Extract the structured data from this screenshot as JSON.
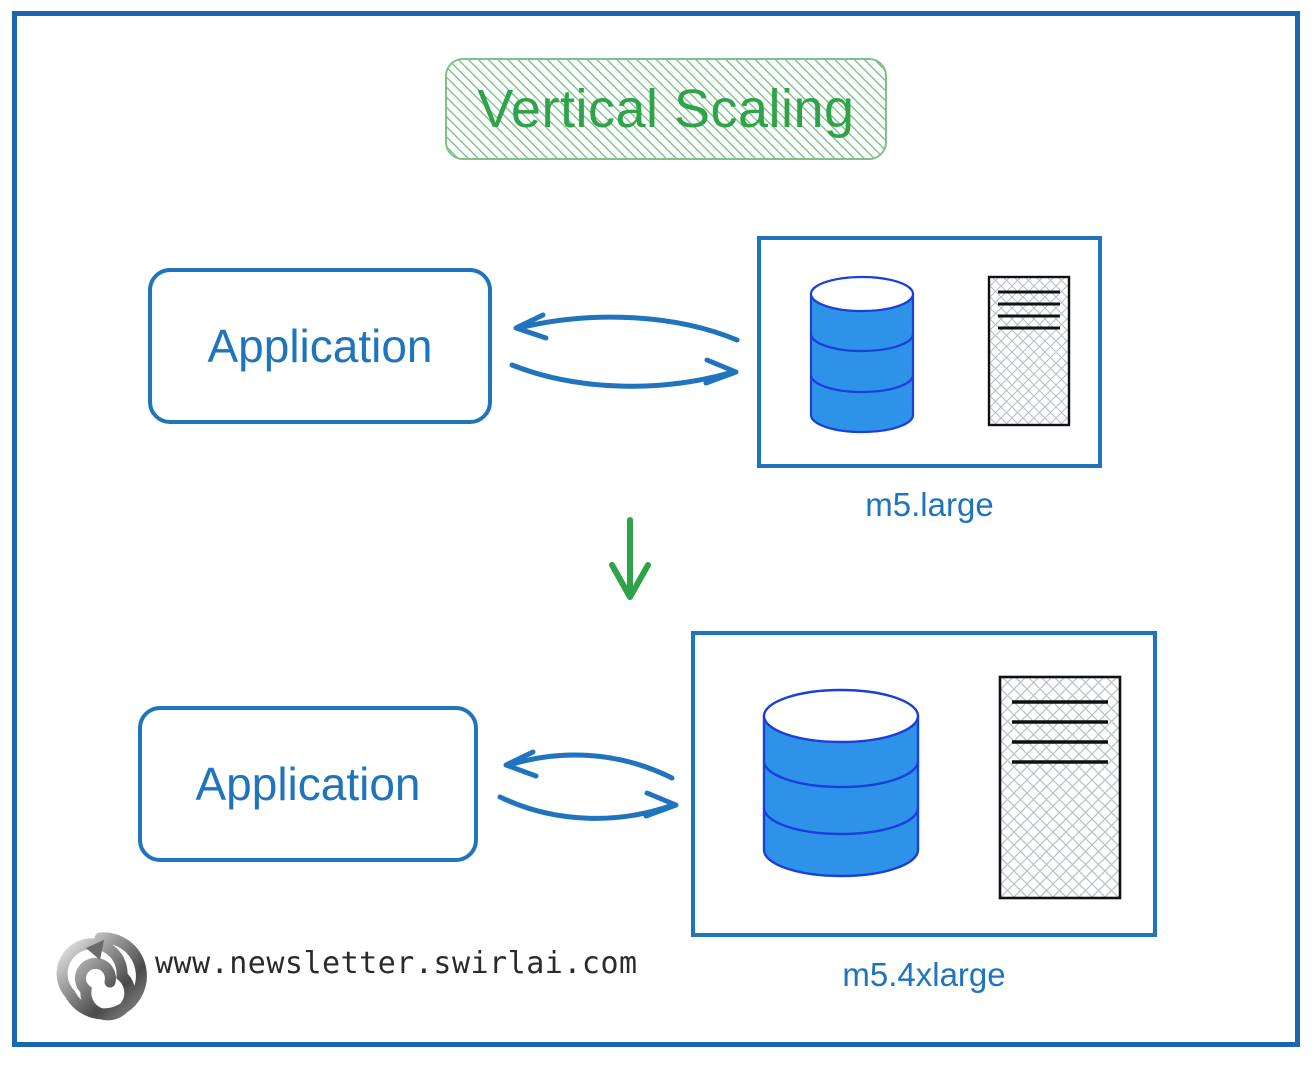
{
  "frame": {
    "border_color": "#1a66b0"
  },
  "title": {
    "text": "Vertical Scaling",
    "text_color": "#2eA34a",
    "border_color": "#7fc18a",
    "hatch_color": "#7fc58d"
  },
  "diagram": {
    "accent_color": "#1f74bd",
    "arrow_color": "#1f74bd",
    "transition_arrow_color": "#2eA34a",
    "cylinder_fill": "#2e92e8",
    "cylinder_stroke": "#1b3fd8",
    "rack_border": "#111111",
    "rack_hatch": "#b9c0cc",
    "rows": [
      {
        "id": "before",
        "app_label": "Application",
        "instance_label": "m5.large",
        "icons": [
          "database-cylinder-icon",
          "server-rack-icon"
        ],
        "rack_line_count": 4
      },
      {
        "id": "after",
        "app_label": "Application",
        "instance_label": "m5.4xlarge",
        "icons": [
          "database-cylinder-icon",
          "server-rack-icon"
        ],
        "rack_line_count": 4
      }
    ],
    "connector_arrows": {
      "top_direction": "left",
      "bottom_direction": "right",
      "style": "bidirectional-curved"
    },
    "transition_arrow": {
      "direction": "down",
      "color": "#2eA34a"
    }
  },
  "footer": {
    "url": "www.newsletter.swirlai.com",
    "logo_name": "swirlai-spiral-logo",
    "text_color": "#2b2b2b"
  }
}
